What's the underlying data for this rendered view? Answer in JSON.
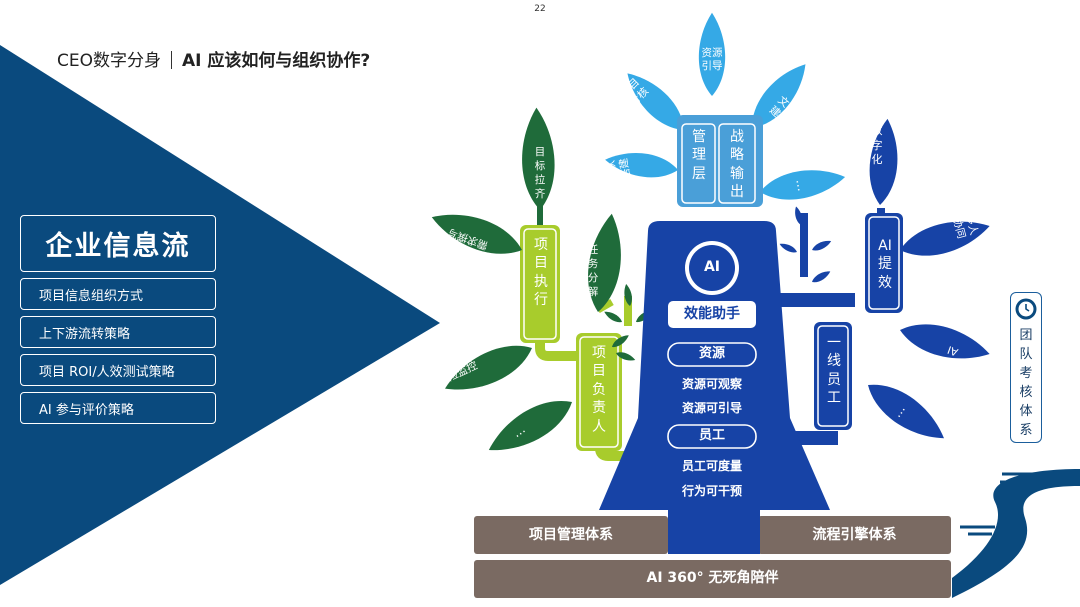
{
  "page_number": "22",
  "header": {
    "title": "CEO数字分身",
    "subtitle": "AI 应该如何与组织协作?"
  },
  "left_panel": {
    "title": "企业信息流",
    "items": [
      "项目信息组织方式",
      "上下游流转策略",
      "项目 ROI/人效测试策略",
      "AI 参与评价策略"
    ]
  },
  "trunk": {
    "ai_label": "AI",
    "assistant_label": "效能助手",
    "resource_label": "资源",
    "resource_lines": [
      "资源可观察",
      "资源可引导"
    ],
    "employee_label": "员工",
    "employee_lines": [
      "员工可度量",
      "行为可干预"
    ]
  },
  "branches": {
    "management": {
      "label": "管理层",
      "strategy": "战略输出"
    },
    "project_exec": "项目执行",
    "project_owner": "项目负责人",
    "ai_efficiency": "AI提效",
    "frontline": "一线员工"
  },
  "leaves": {
    "resource_guidance": "资源引导",
    "project_assessment": "项目考核",
    "culture": "文化建设",
    "team_building": "团队搭建",
    "management_more": "…",
    "goal_alignment": "目标拉齐",
    "task_breakdown": "任务分解",
    "requirement_writing": "需求撰写",
    "risk_monitoring": "风险监控",
    "owner_more": "…",
    "digitalization": "数字化",
    "multi_collab": "多人协同",
    "ai_more": "AI",
    "frontline_more": "…"
  },
  "base": {
    "left": "项目管理体系",
    "right": "流程引擎体系",
    "bottom": "AI 360° 无死角陪伴"
  },
  "side_label": "团队考核体系",
  "colors": {
    "navy": "#0a4a7e",
    "blue": "#1743a6",
    "light_blue": "#4a9fd8",
    "sky": "#35a9e6",
    "green": "#1f6b3a",
    "lime": "#a8cc2c",
    "brown": "#7a6a62"
  },
  "icons": {
    "clock": "clock-icon",
    "river": "river-icon"
  }
}
